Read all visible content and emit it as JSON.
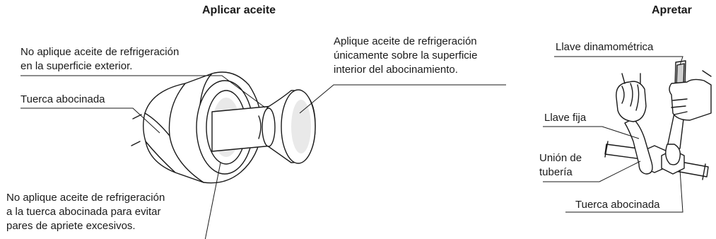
{
  "left": {
    "title": "Aplicar aceite",
    "note_outer": [
      "No aplique aceite de refrigeración",
      "en la superficie exterior."
    ],
    "label_nut": "Tuerca abocinada",
    "note_inner": [
      "Aplique aceite de refrigeración",
      "únicamente sobre la superficie",
      "interior del abocinamiento."
    ],
    "note_nut": [
      "No aplique aceite de refrigeración",
      "a la tuerca abocinada para evitar",
      "pares de apriete excesivos."
    ]
  },
  "right": {
    "title": "Apretar",
    "label_torque": "Llave dinamométrica",
    "label_spanner": "Llave fija",
    "label_union": [
      "Unión de",
      "tubería"
    ],
    "label_nut": "Tuerca abocinada"
  }
}
